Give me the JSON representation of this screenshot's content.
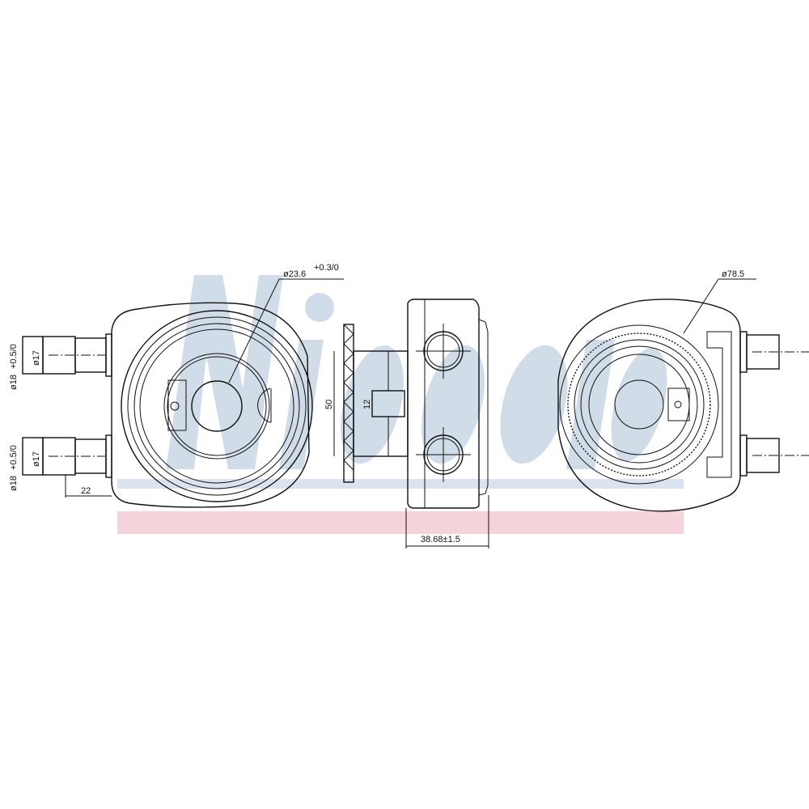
{
  "watermark": {
    "brand": "Nissens",
    "blue": "#c9d6e6",
    "pink": "#f2cdd3"
  },
  "dimensions": {
    "center_bore": "ø23.6",
    "center_bore_tol": "+0.3/0",
    "port_outer_top": "ø18",
    "port_outer_bottom": "ø18",
    "port_tol": "+0.5/0",
    "port_inner_top": "ø17",
    "port_inner_bottom": "ø17",
    "port_length": "22",
    "seal_height": "50",
    "boss_height": "12",
    "body_thickness": "38.68±1.5",
    "outer_diameter": "ø78.5"
  }
}
